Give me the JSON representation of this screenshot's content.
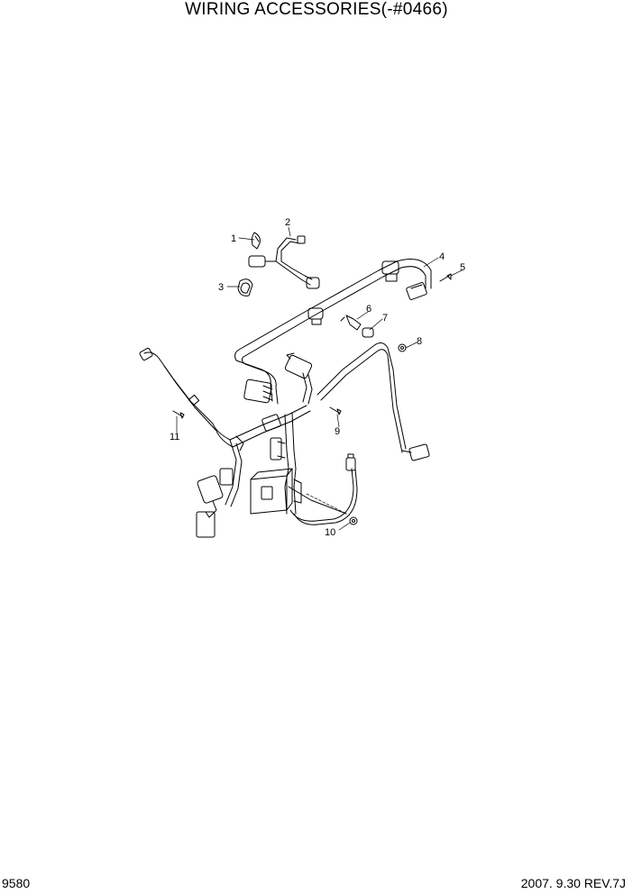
{
  "header": {
    "title": "WIRING ACCESSORIES(-#0466)"
  },
  "footer": {
    "page_code": "9580",
    "date_rev": "2007. 9.30  REV.7J"
  },
  "callouts": [
    "1",
    "2",
    "3",
    "4",
    "5",
    "6",
    "7",
    "8",
    "9",
    "10",
    "11"
  ]
}
